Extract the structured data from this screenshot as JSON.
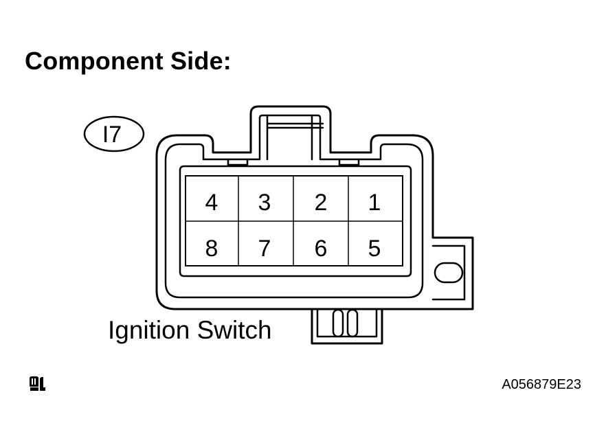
{
  "heading": "Component Side:",
  "connector_id": "I7",
  "pins": {
    "top_row": [
      "4",
      "3",
      "2",
      "1"
    ],
    "bottom_row": [
      "8",
      "7",
      "6",
      "5"
    ]
  },
  "component_label": "Ignition Switch",
  "figure_code": "A056879E23",
  "corner_icon": "connector-symbol-icon"
}
